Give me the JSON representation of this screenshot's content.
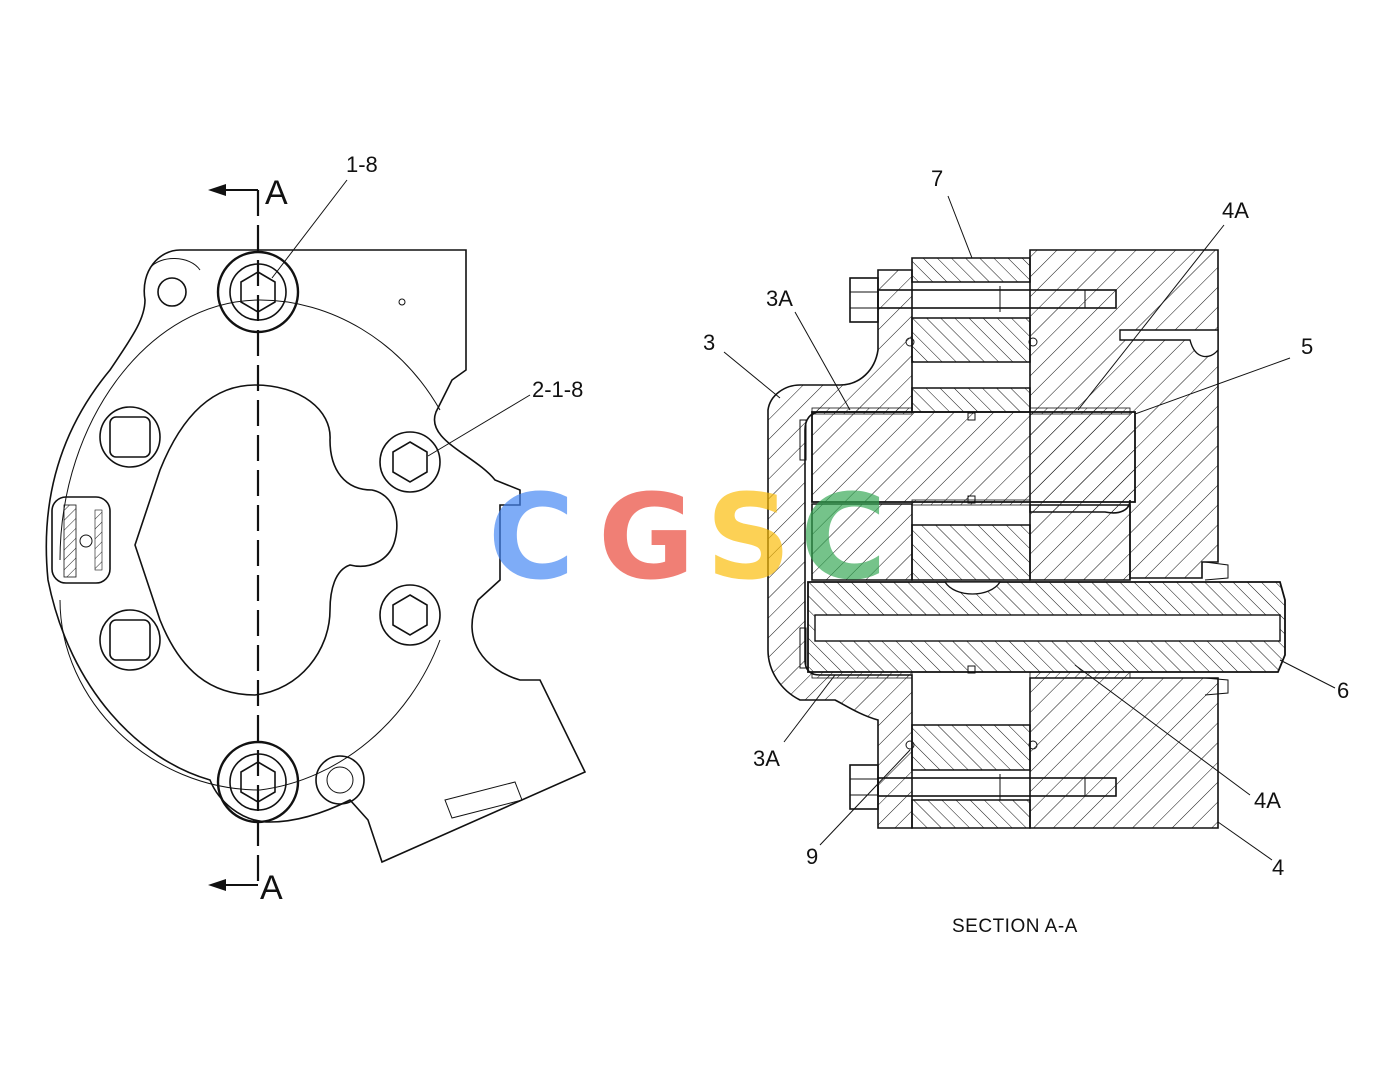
{
  "view_left": {
    "callouts": [
      "1-8",
      "2-1-8"
    ],
    "section_marks": [
      "A",
      "A"
    ]
  },
  "view_right": {
    "callouts": [
      "7",
      "4A",
      "3A",
      "3",
      "5",
      "6",
      "3A",
      "4A",
      "9",
      "4"
    ],
    "caption": "SECTION A-A"
  },
  "watermark": {
    "letters": [
      "C",
      "G",
      "S",
      "C"
    ],
    "colors": [
      "#4285F4",
      "#EA4335",
      "#FBBC05",
      "#34A853"
    ]
  }
}
